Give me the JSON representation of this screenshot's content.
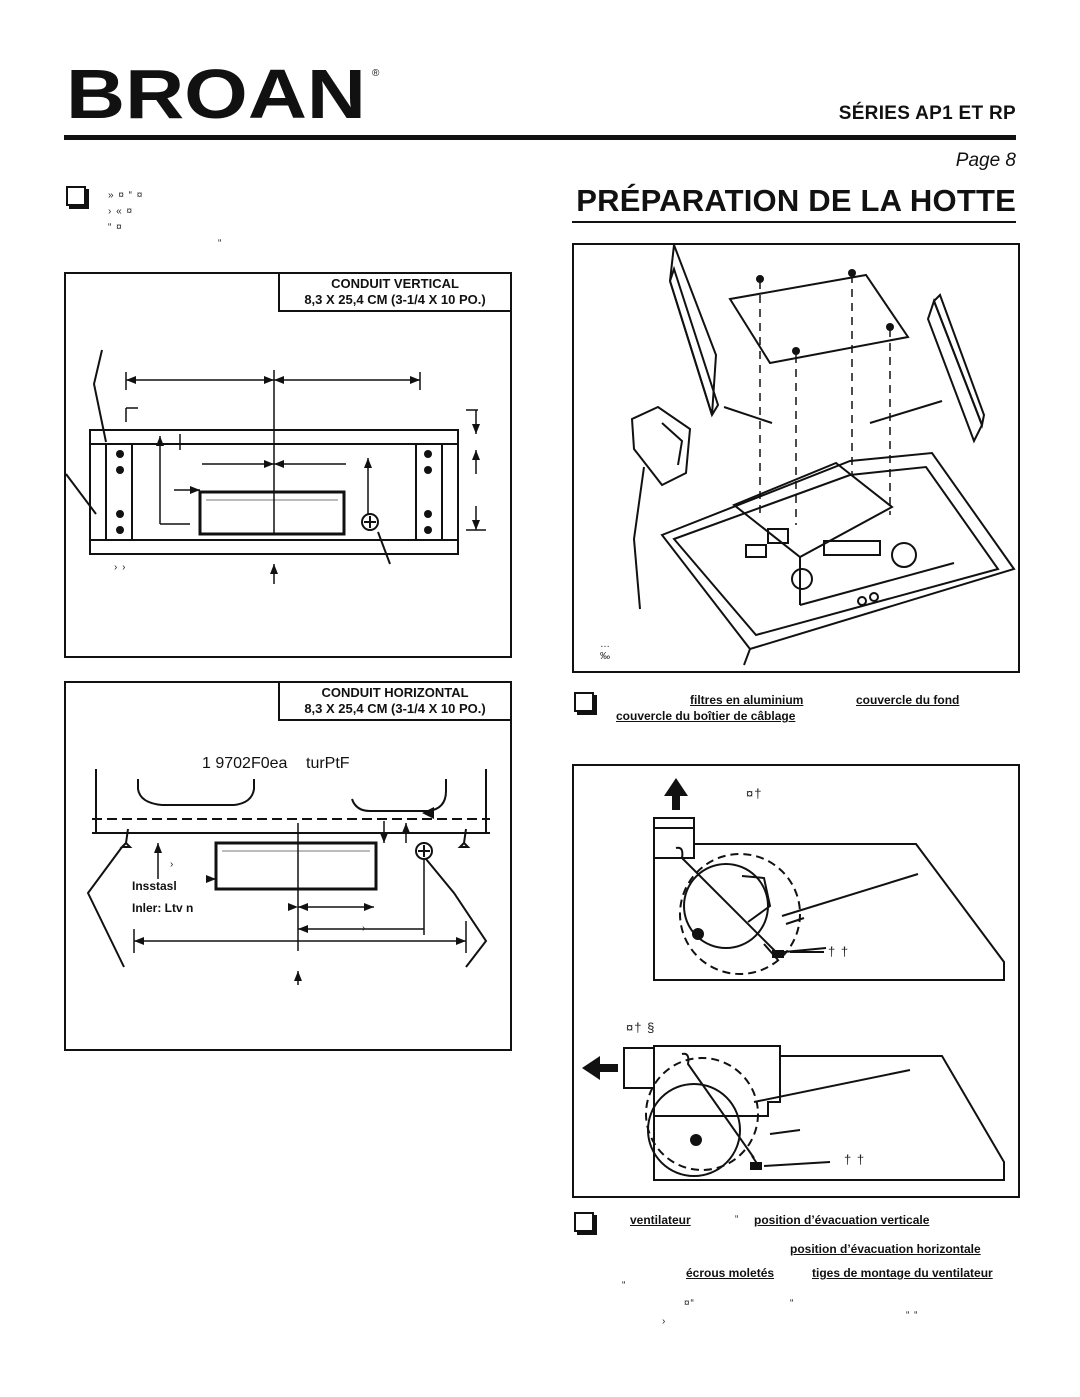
{
  "header": {
    "brand": "BROAN",
    "registered": "®",
    "series": "SÉRIES AP1 ET RP",
    "page": "Page 8",
    "title": "PRÉPARATION DE LA HOTTE"
  },
  "left_text": {
    "line1": "» ¤                     “      ¤",
    "line2": "›          «                                        ¤",
    "line3": "“               ¤",
    "line4": "“"
  },
  "vertical_panel": {
    "heading": "CONDUIT VERTICAL",
    "size": "8,3 X 25,4 CM (3-1/4 X 10 PO.)",
    "bottom_marks": "›       ›"
  },
  "horizontal_panel": {
    "heading": "CONDUIT HORIZONTAL",
    "size": "8,3 X 25,4 CM (3-1/4 X 10 PO.)",
    "code_a": "1 9702F0ea",
    "code_b": "turPtF",
    "label1": "Insstasl",
    "label2": "Inler: Ltv n",
    "mark1": "›",
    "mark2": "›"
  },
  "exploded": {
    "marks1": "…",
    "marks2": "‰"
  },
  "step_filters": {
    "t1": "filtres en aluminium",
    "t2": "couvercle du fond",
    "t3": "couvercle du boîtier de câblage"
  },
  "blower_panel": {
    "top_mark": "¤†",
    "top_label": "†      †",
    "bottom_mark": "¤†          §",
    "bottom_label": "†        †"
  },
  "step_blower": {
    "t1": "ventilateur",
    "q": "“",
    "t2": "position d’évacuation verticale",
    "t3": "position d’évacuation horizontale",
    "t4": "écrous moletés",
    "t5": "tiges de montage du ventilateur",
    "g1": "“",
    "g2": "¤“",
    "g3": "“",
    "g4": "›",
    "g5": "“       “"
  }
}
